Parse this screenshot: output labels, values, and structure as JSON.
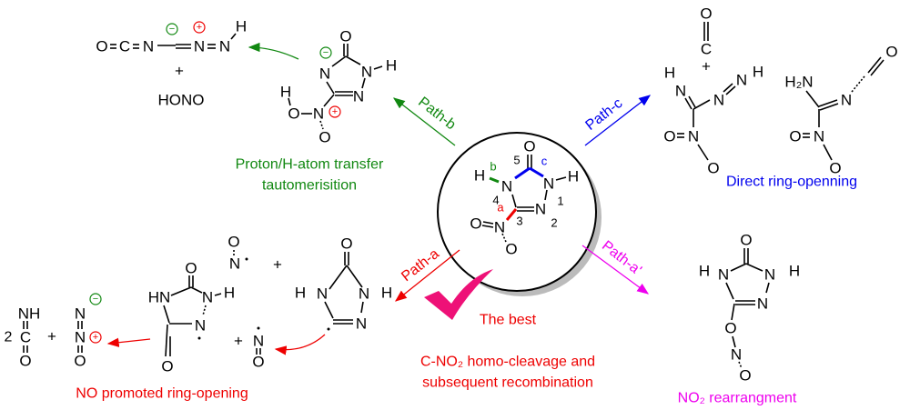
{
  "atoms": {
    "O": "O",
    "N": "N",
    "H": "H",
    "C": "C",
    "HN": "HN",
    "H2N": "H₂N",
    "HONO": "HONO",
    "plus": "+",
    "two": "2",
    "NH": "NH"
  },
  "ring_numbers": {
    "n1": "1",
    "n2": "2",
    "n3": "3",
    "n4": "4",
    "n5": "5"
  },
  "bond_labels": {
    "a": "a",
    "b": "b",
    "c": "c"
  },
  "charges": {
    "minus": "−",
    "plus": "+"
  },
  "paths": {
    "path_a": "Path-a",
    "path_b": "Path-b",
    "path_c": "Path-c",
    "path_a_prime": "Path-a'"
  },
  "captions": {
    "tautomer_line1": "Proton/H-atom transfer",
    "tautomer_line2": "tautomerisition",
    "direct": "Direct ring-openning",
    "rearrangement": "NO₂ rearrangment",
    "best": "The best",
    "homo_line1": "C-NO₂ homo-cleavage and",
    "homo_line2": "subsequent recombination",
    "no_promoted": "NO promoted ring-opening"
  },
  "colors": {
    "green": "#118811",
    "blue": "#0000ee",
    "red": "#ee0000",
    "magenta": "#ee00ee",
    "check": "#ee1177"
  }
}
